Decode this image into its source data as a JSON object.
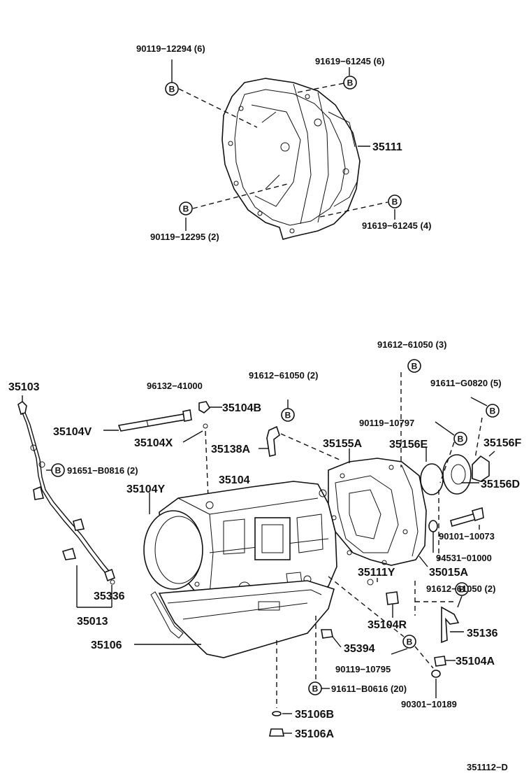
{
  "marker": "B",
  "labels": {
    "p90119_12294": "90119−12294 (6)",
    "p91619_61245_6": "91619−61245 (6)",
    "p35111": "35111",
    "p90119_12295": "90119−12295 (2)",
    "p91619_61245_4": "91619−61245 (4)",
    "p91612_61050_3": "91612−61050 (3)",
    "p91612_61050_2a": "91612−61050 (2)",
    "p91611_G0820": "91611−G0820 (5)",
    "p35103": "35103",
    "p96132_41000": "96132−41000",
    "p35104B": "35104B",
    "p35104V": "35104V",
    "p35104X": "35104X",
    "p35138A": "35138A",
    "p90119_10797": "90119−10797",
    "p35155A": "35155A",
    "p35156E": "35156E",
    "p35156F": "35156F",
    "p91651_B0816": "91651−B0816 (2)",
    "p35104Y": "35104Y",
    "p35104": "35104",
    "p35156D": "35156D",
    "p90101_10073": "90101−10073",
    "p94531_01000": "94531−01000",
    "p35015A": "35015A",
    "p35111Y": "35111Y",
    "p91612_61050_2b": "91612−61050 (2)",
    "p35336": "35336",
    "p35013": "35013",
    "p35104R": "35104R",
    "p35136": "35136",
    "p35106": "35106",
    "p35394": "35394",
    "p90119_10795": "90119−10795",
    "p35104A": "35104A",
    "p91611_B0616": "91611−B0616 (20)",
    "p90301_10189": "90301−10189",
    "p35106B": "35106B",
    "p35106A": "35106A",
    "figure_id": "351112−D"
  }
}
